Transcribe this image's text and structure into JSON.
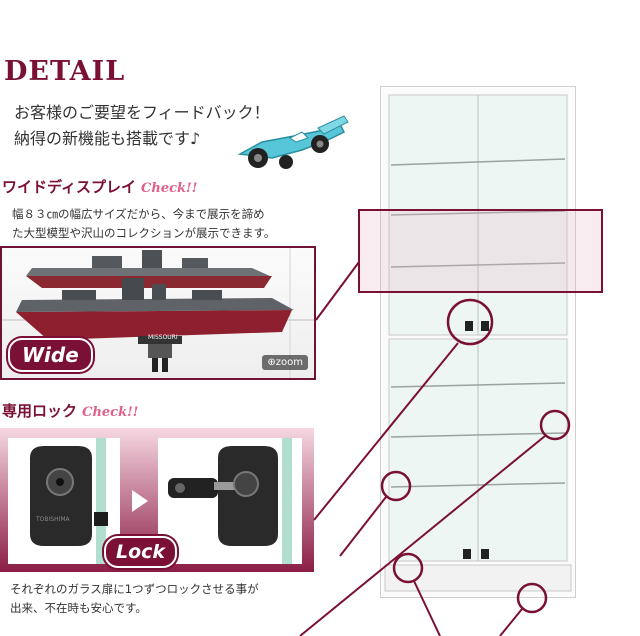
{
  "header": {
    "title": "DETAIL",
    "intro_line1": "お客様のご要望をフィードバック！",
    "intro_line2": "納得の新機能も搭載です♪"
  },
  "wide_section": {
    "heading": "ワイドディスプレイ",
    "check": "Check!!",
    "desc_line1": "幅８３㎝の幅広サイズだから、今まで展示を諦め",
    "desc_line2": "た大型模型や沢山のコレクションが展示できます。",
    "badge": "Wide",
    "zoom_label": "zoom",
    "plate_label": "MISSOURI"
  },
  "lock_section": {
    "heading": "専用ロック",
    "check": "Check!!",
    "badge": "Lock",
    "lock_brand": "TOBISHIMA",
    "desc_line1": "それぞれのガラス扉に1つずつロックさせる事が",
    "desc_line2": "出来、不在時も安心です。"
  },
  "colors": {
    "accent": "#7a1035",
    "check_pink": "#e0608a"
  }
}
